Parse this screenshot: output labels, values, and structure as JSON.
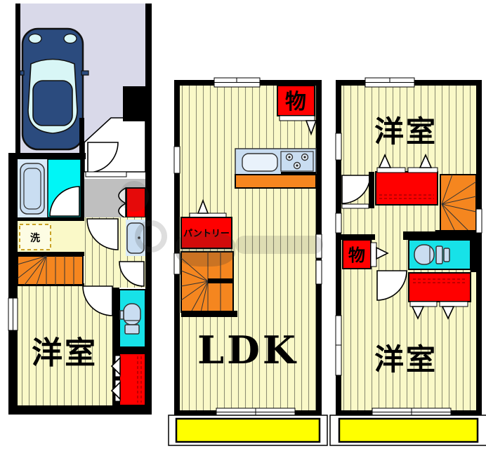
{
  "image": {
    "type": "floor-plan",
    "floors": 3
  },
  "palette": {
    "wall": "#000000",
    "floorYellow": "#FAF9C8",
    "stripeLine": "#8F8F74",
    "balconyYellow": "#FFFF00",
    "orange": "#F5861F",
    "red": "#FF0000",
    "dashRed": "#AA0000",
    "cyan": "#17E2E8",
    "showerCyan": "#00F6F6",
    "lavender": "#D9D9E9",
    "gray": "#BFBFBF",
    "bathBg": "#D9EAF9",
    "fixture": "#C9DDF1",
    "carBody": "#2B4B7E",
    "carGlass": "#D8F6F6"
  },
  "floor1": {
    "labels": {
      "bedroom": "洋室",
      "laundry": "洗"
    }
  },
  "floor2": {
    "labels": {
      "ldk": "LDK",
      "pantry": "パントリー",
      "storage": "物"
    }
  },
  "floor3": {
    "labels": {
      "bedroom_top": "洋室",
      "bedroom_bottom": "洋室",
      "storage": "物"
    }
  },
  "icons": {
    "car": "car-top-view-icon",
    "bathtub": "bathtub-icon",
    "toilet": "toilet-icon",
    "kitchen_sink": "kitchen-sink-icon",
    "stove": "stove-burners-icon",
    "washbasin": "washbasin-icon",
    "washer_space": "washer-space-dashed-box"
  }
}
